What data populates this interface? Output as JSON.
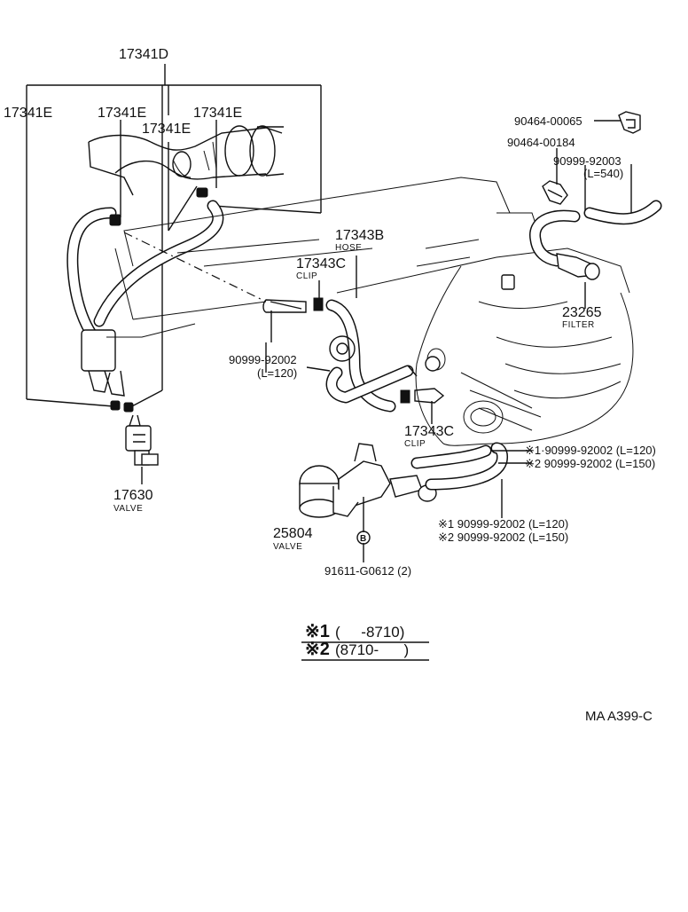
{
  "diagram": {
    "code": "MA A399-C"
  },
  "labels": {
    "p17341D": "17341D",
    "p17341E_left": "17341E",
    "p17341E_a": "17341E",
    "p17341E_b": "17341E",
    "p17341E_c": "17341E",
    "p90464_00065": "90464-00065",
    "p90464_00184": "90464-00184",
    "p90999_92003": "90999-92003",
    "p90999_92003_len": "(L=540)",
    "p17343B": "17343B",
    "p17343B_sub": "HOSE",
    "p17343C_top": "17343C",
    "p17343C_top_sub": "CLIP",
    "p23265": "23265",
    "p23265_sub": "FILTER",
    "p90999_92002_mid": "90999-92002",
    "p90999_92002_mid_len": "(L=120)",
    "p17343C_bot": "17343C",
    "p17343C_bot_sub": "CLIP",
    "p17630": "17630",
    "p17630_sub": "VALVE",
    "p25804": "25804",
    "p25804_sub": "VALVE",
    "circle_b": "B",
    "p91611": "91611-G0612 (2)",
    "r1_top": "※1·90999-92002 (L=120)",
    "r2_top": "※2 90999-92002 (L=150)",
    "r1_bot": "※1 90999-92002 (L=120)",
    "r2_bot": "※2 90999-92002 (L=150)"
  },
  "legend": {
    "mark1": "※1",
    "range1": "(     -8710)",
    "mark2": "※2",
    "range2": "(8710-      )"
  }
}
